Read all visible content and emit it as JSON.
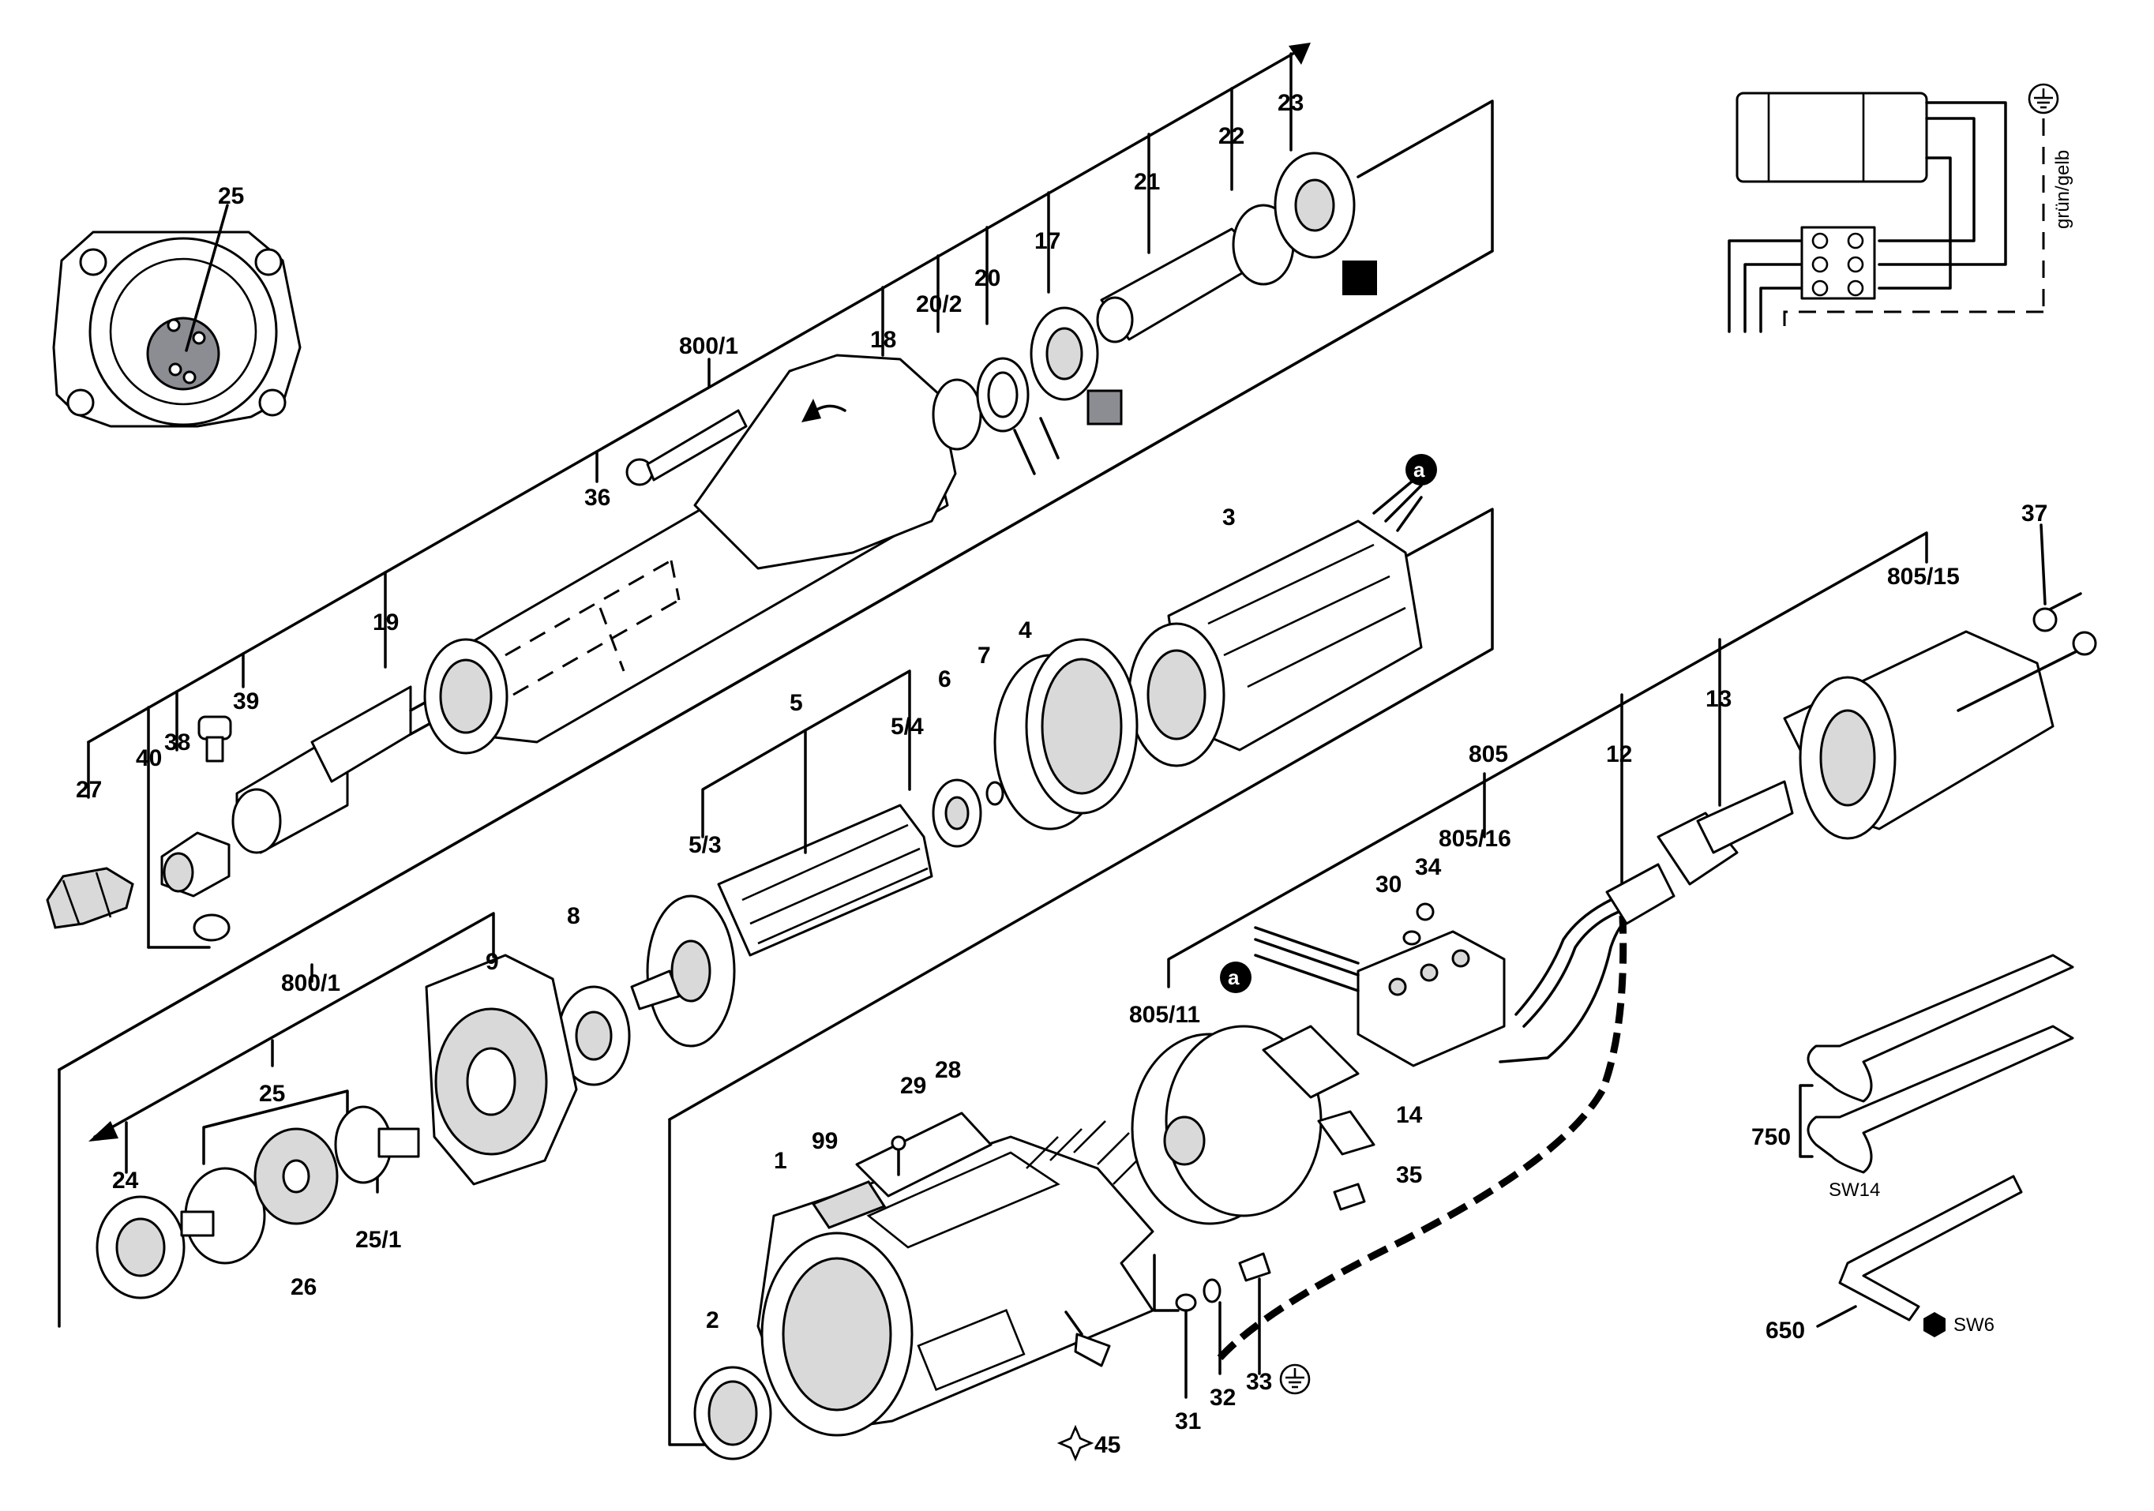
{
  "parts": [
    {
      "id": "p25a",
      "text": "25"
    },
    {
      "id": "p800_1a",
      "text": "800/1"
    },
    {
      "id": "p36",
      "text": "36"
    },
    {
      "id": "p18",
      "text": "18"
    },
    {
      "id": "p20_2",
      "text": "20/2"
    },
    {
      "id": "p20",
      "text": "20"
    },
    {
      "id": "p17",
      "text": "17"
    },
    {
      "id": "p21",
      "text": "21"
    },
    {
      "id": "p22",
      "text": "22"
    },
    {
      "id": "p23",
      "text": "23"
    },
    {
      "id": "p19",
      "text": "19"
    },
    {
      "id": "p39",
      "text": "39"
    },
    {
      "id": "p38",
      "text": "38"
    },
    {
      "id": "p40",
      "text": "40"
    },
    {
      "id": "p27",
      "text": "27"
    },
    {
      "id": "p3",
      "text": "3"
    },
    {
      "id": "p4",
      "text": "4"
    },
    {
      "id": "p5",
      "text": "5"
    },
    {
      "id": "p5_4",
      "text": "5/4"
    },
    {
      "id": "p6",
      "text": "6"
    },
    {
      "id": "p7",
      "text": "7"
    },
    {
      "id": "p5_3",
      "text": "5/3"
    },
    {
      "id": "p8",
      "text": "8"
    },
    {
      "id": "p9",
      "text": "9"
    },
    {
      "id": "p800_1b",
      "text": "800/1"
    },
    {
      "id": "p25b",
      "text": "25"
    },
    {
      "id": "p24",
      "text": "24"
    },
    {
      "id": "p26",
      "text": "26"
    },
    {
      "id": "p25_1",
      "text": "25/1"
    },
    {
      "id": "p37",
      "text": "37"
    },
    {
      "id": "p805_15",
      "text": "805/15"
    },
    {
      "id": "p13",
      "text": "13"
    },
    {
      "id": "p805",
      "text": "805"
    },
    {
      "id": "p12",
      "text": "12"
    },
    {
      "id": "p805_16",
      "text": "805/16"
    },
    {
      "id": "p30",
      "text": "30"
    },
    {
      "id": "p34",
      "text": "34"
    },
    {
      "id": "p805_11",
      "text": "805/11"
    },
    {
      "id": "p14",
      "text": "14"
    },
    {
      "id": "p35",
      "text": "35"
    },
    {
      "id": "p29",
      "text": "29"
    },
    {
      "id": "p28",
      "text": "28"
    },
    {
      "id": "p99",
      "text": "99"
    },
    {
      "id": "p1",
      "text": "1"
    },
    {
      "id": "p2",
      "text": "2"
    },
    {
      "id": "p45",
      "text": "45"
    },
    {
      "id": "p31",
      "text": "31"
    },
    {
      "id": "p32",
      "text": "32"
    },
    {
      "id": "p33",
      "text": "33"
    },
    {
      "id": "p750",
      "text": "750"
    },
    {
      "id": "p650",
      "text": "650"
    }
  ],
  "tool_sizes": {
    "wrench": "SW14",
    "hex_key": "SW6"
  },
  "wiring": {
    "earth_label": "grün/gelb",
    "connector_marker": "a"
  },
  "icons": [
    "ground-icon",
    "star-icon",
    "hexagon-icon",
    "rotation-arrow-icon",
    "bearing-symbol-icon"
  ]
}
